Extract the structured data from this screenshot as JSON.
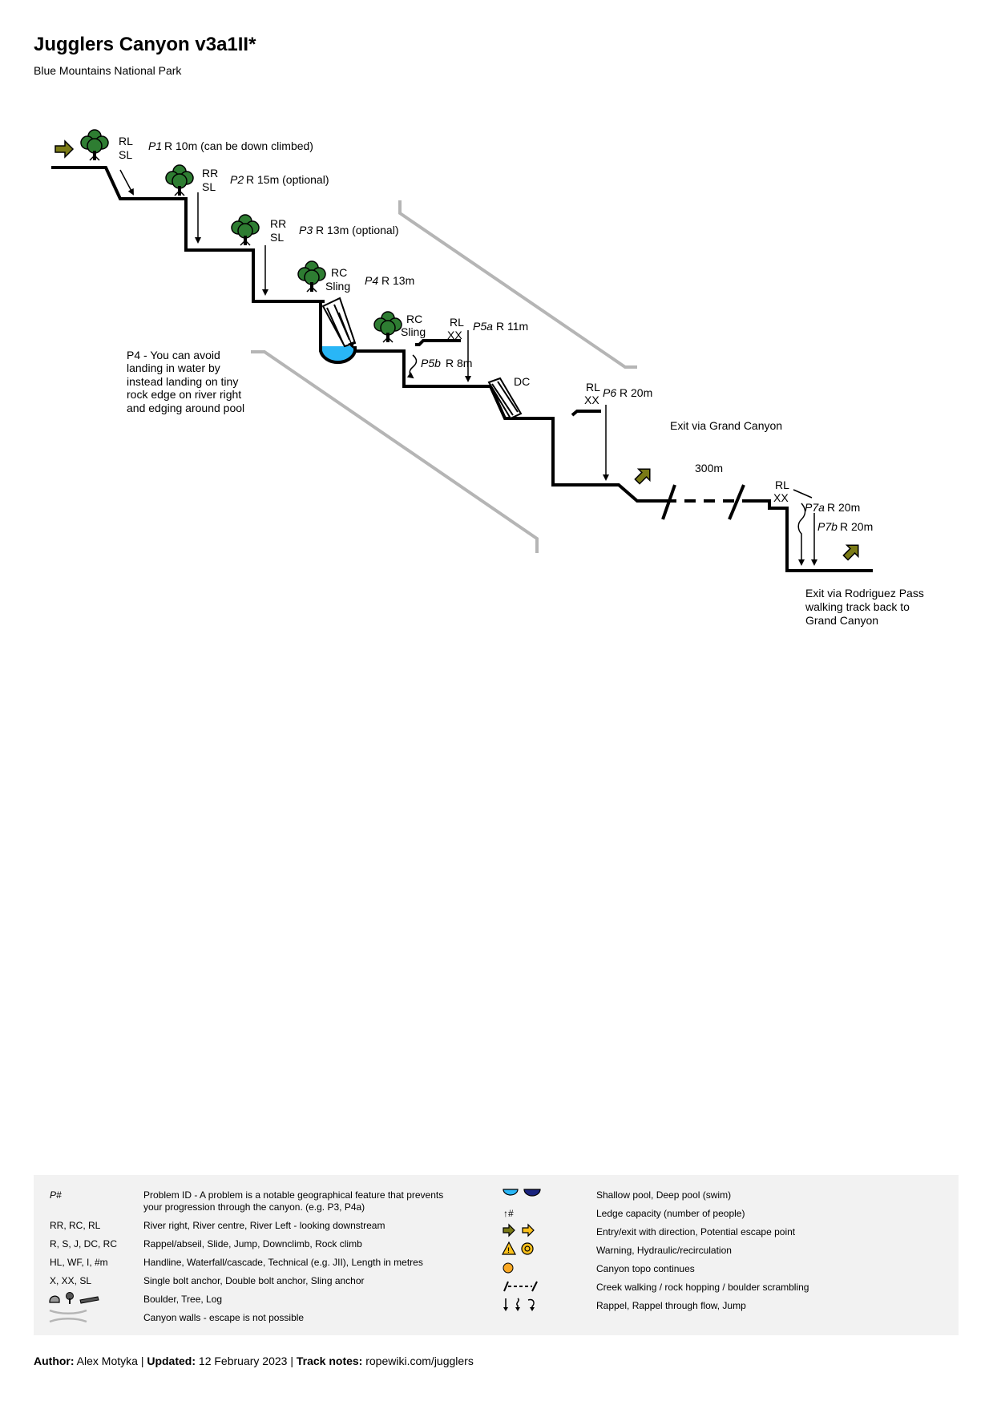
{
  "header": {
    "title": "Jugglers Canyon v3a1II*",
    "subtitle": "Blue Mountains National Park"
  },
  "topo": {
    "p1": {
      "anchor_side": "RL",
      "anchor_type": "SL",
      "id": "P1",
      "desc": "R 10m (can be down climbed)"
    },
    "p2": {
      "anchor_side": "RR",
      "anchor_type": "SL",
      "id": "P2",
      "desc": "R 15m (optional)"
    },
    "p3": {
      "anchor_side": "RR",
      "anchor_type": "SL",
      "id": "P3",
      "desc": "R 13m (optional)"
    },
    "p4": {
      "anchor_side": "RC",
      "anchor_type": "Sling",
      "id": "P4",
      "desc": "R 13m"
    },
    "p5_tree": {
      "anchor_side": "RC",
      "anchor_type": "Sling"
    },
    "p5a": {
      "anchor_side": "RL",
      "anchor_type": "XX",
      "id": "P5a",
      "desc": "R 11m"
    },
    "p5b": {
      "id": "P5b",
      "desc": "R 8m"
    },
    "dc": "DC",
    "p6": {
      "anchor_side": "RL",
      "anchor_type": "XX",
      "id": "P6",
      "desc": "R 20m"
    },
    "p7_anchor": {
      "anchor_side": "RL",
      "anchor_type": "XX"
    },
    "p7a": {
      "id": "P7a",
      "desc": "R 20m"
    },
    "p7b": {
      "id": "P7b",
      "desc": "R 20m"
    },
    "exit_grand": "Exit via Grand Canyon",
    "distance": "300m",
    "p4_note": [
      "P4 - You can avoid",
      "landing in water by",
      "instead landing on tiny",
      "rock edge on river right",
      "and edging around pool"
    ],
    "exit_rodriguez": [
      "Exit via Rodriguez Pass",
      "walking track back to",
      "Grand Canyon"
    ]
  },
  "legend": {
    "left": [
      {
        "key": "P#",
        "desc": "Problem ID - A problem is a notable geographical feature that prevents your progression through the canyon. (e.g. P3, P4a)"
      },
      {
        "key": "RR, RC, RL",
        "desc": "River right, River centre, River Left - looking downstream"
      },
      {
        "key": "R, S, J, DC, RC",
        "desc": "Rappel/abseil, Slide, Jump, Downclimb, Rock climb"
      },
      {
        "key": "HL, WF, I, #m",
        "desc": "Handline, Waterfall/cascade, Technical (e.g. JII), Length in metres"
      },
      {
        "key": "X, XX, SL",
        "desc": "Single bolt anchor, Double bolt anchor, Sling anchor"
      },
      {
        "key": "",
        "desc": "Boulder, Tree, Log"
      },
      {
        "key": "",
        "desc": "Canyon walls - escape is not possible"
      }
    ],
    "right": [
      {
        "key": "",
        "desc": "Shallow pool, Deep pool (swim)"
      },
      {
        "key": "#",
        "desc": "Ledge capacity (number of people)"
      },
      {
        "key": "",
        "desc": "Entry/exit with direction, Potential escape point"
      },
      {
        "key": "",
        "desc": "Warning, Hydraulic/recirculation"
      },
      {
        "key": "",
        "desc": "Canyon topo continues"
      },
      {
        "key": "",
        "desc": "Creek walking / rock hopping / boulder scrambling"
      },
      {
        "key": "",
        "desc": "Rappel, Rappel through flow, Jump"
      }
    ],
    "ledge_key_prefix": "↑"
  },
  "footer": {
    "author_label": "Author:",
    "author": "Alex Motyka",
    "updated_label": "Updated:",
    "updated": "12 February 2023",
    "track_label": "Track notes:",
    "track": "ropewiki.com/jugglers",
    "sep": "|"
  },
  "colors": {
    "olive": "#7a7a16",
    "tree": "#2e7d32",
    "water": "#29b6f6",
    "wall": "#b5b5b5",
    "deep": "#1a237e",
    "warning": "#f9c01c"
  },
  "icons": [
    "arrow-right-icon",
    "tree-icon",
    "arrow-up-right-icon",
    "pool-icon",
    "slide-icon"
  ]
}
